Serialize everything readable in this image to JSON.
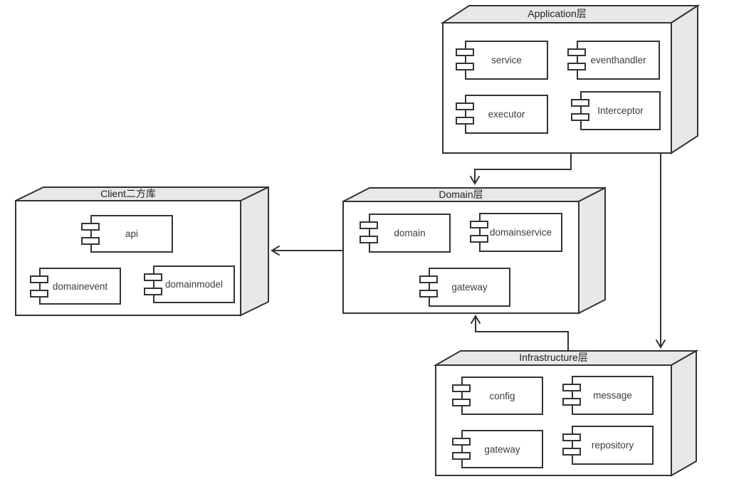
{
  "diagram_type": "uml-component-diagram",
  "nodes": {
    "application": {
      "title": "Application层",
      "components": [
        "service",
        "eventhandler",
        "executor",
        "Interceptor"
      ]
    },
    "client": {
      "title": "Client二方库",
      "components": [
        "api",
        "domainevent",
        "domainmodel"
      ]
    },
    "domain": {
      "title": "Domain层",
      "components": [
        "domain",
        "domainservice",
        "gateway"
      ]
    },
    "infrastructure": {
      "title": "Infrastructure层",
      "components": [
        "config",
        "message",
        "gateway",
        "repository"
      ]
    }
  },
  "edges": [
    {
      "from": "Application层",
      "to": "Domain层",
      "arrow": "down"
    },
    {
      "from": "Application层",
      "to": "Infrastructure层",
      "arrow": "down"
    },
    {
      "from": "Infrastructure层",
      "to": "Domain层",
      "arrow": "up"
    },
    {
      "from": "Domain层",
      "to": "Client二方库",
      "arrow": "left"
    }
  ],
  "colors": {
    "line": "#333333",
    "node_fill": "#e8e8e8",
    "face_fill": "#ffffff",
    "text": "#222222",
    "background": "#ffffff"
  }
}
